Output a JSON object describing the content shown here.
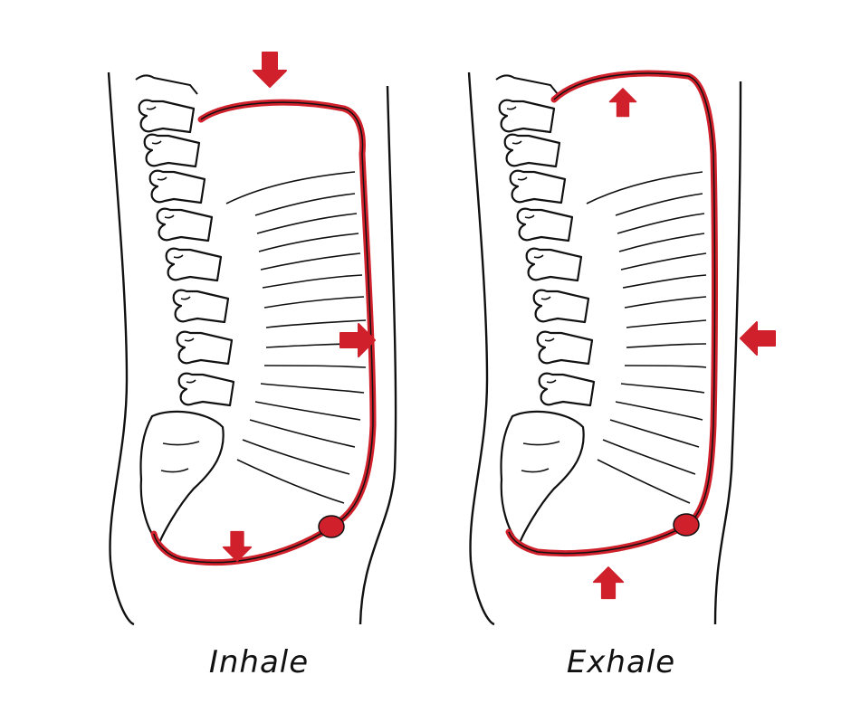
{
  "panels": [
    {
      "id": "inhale",
      "label": "Inhale"
    },
    {
      "id": "exhale",
      "label": "Exhale"
    }
  ],
  "colors": {
    "outline": "#111111",
    "diaphragm": "#d0202b",
    "arrow": "#d0202b",
    "background": "#ffffff"
  },
  "icons": {
    "arrow": "arrow-icon"
  }
}
